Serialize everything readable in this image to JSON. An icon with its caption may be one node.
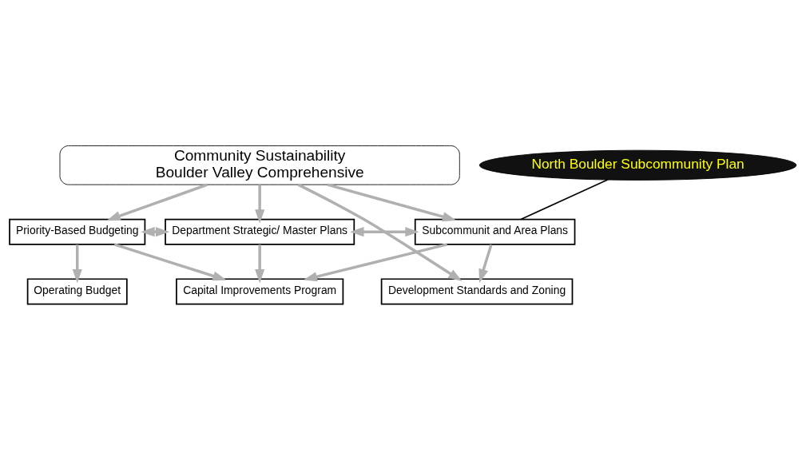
{
  "diagram": {
    "nodes": [
      {
        "text": [
          "Community Sustainability",
          "Boulder Valley Comprehensive"
        ]
      },
      {
        "text": [
          "Priority-Based Budgeting"
        ]
      },
      {
        "text": [
          "Department Strategic/ Master Plans"
        ]
      },
      {
        "text": [
          "Subcommunit and Area Plans"
        ]
      },
      {
        "text": [
          "Operating Budget"
        ]
      },
      {
        "text": [
          "Capital Improvements Program"
        ]
      },
      {
        "text": [
          "Development Standards and Zoning"
        ]
      },
      {
        "text": [
          "North Boulder Subcommunity Plan"
        ]
      }
    ],
    "edges": [
      {
        "from": 0,
        "to": 1,
        "arrow": "to"
      },
      {
        "from": 0,
        "to": 2,
        "arrow": "to"
      },
      {
        "from": 0,
        "to": 3,
        "arrow": "to"
      },
      {
        "from": 0,
        "to": 6,
        "arrow": "to"
      },
      {
        "from": 1,
        "to": 2,
        "arrow": "both"
      },
      {
        "from": 2,
        "to": 3,
        "arrow": "both"
      },
      {
        "from": 1,
        "to": 4,
        "arrow": "to"
      },
      {
        "from": 1,
        "to": 5,
        "arrow": "to"
      },
      {
        "from": 2,
        "to": 5,
        "arrow": "to"
      },
      {
        "from": 3,
        "to": 5,
        "arrow": "to"
      },
      {
        "from": 3,
        "to": 6,
        "arrow": "to"
      },
      {
        "from": 7,
        "to": 3,
        "arrow": "none",
        "color": "#000000"
      }
    ]
  }
}
